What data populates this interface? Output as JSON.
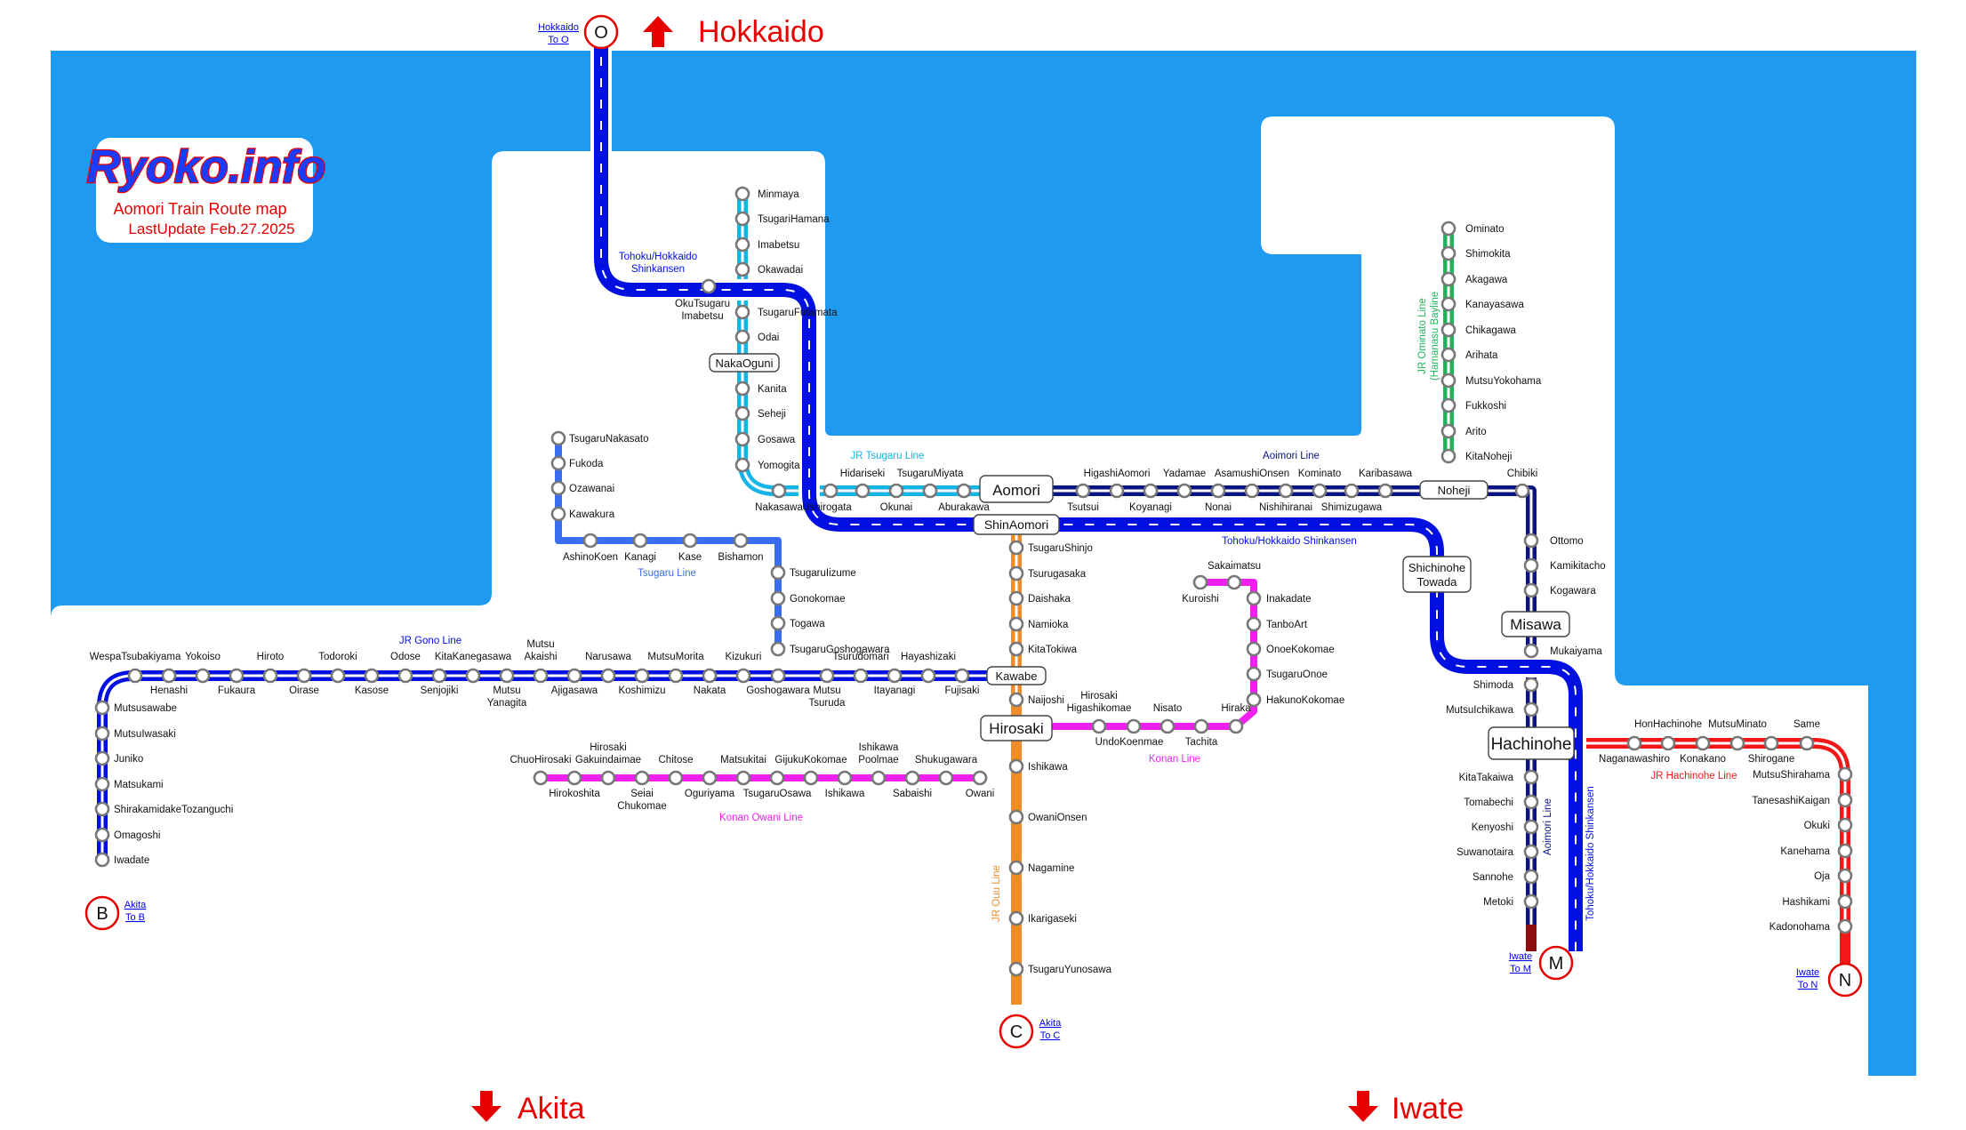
{
  "logo": {
    "title": "Ryoko.info",
    "subtitle": "Aomori Train Route map",
    "update": "LastUpdate Feb.27.2025"
  },
  "directions": {
    "hokkaido": "Hokkaido",
    "akita": "Akita",
    "iwate": "Iwate"
  },
  "exits": {
    "O": {
      "letter": "O",
      "line1": "Hokkaido",
      "line2": "To O"
    },
    "B": {
      "letter": "B",
      "line1": "Akita",
      "line2": "To B"
    },
    "C": {
      "letter": "C",
      "line1": "Akita",
      "line2": "To C"
    },
    "M": {
      "letter": "M",
      "line1": "Iwate",
      "line2": "To M"
    },
    "N": {
      "letter": "N",
      "line1": "Iwate",
      "line2": "To N"
    }
  },
  "major_stations": {
    "aomori": "Aomori",
    "shinaomori": "ShinAomori",
    "hirosaki": "Hirosaki",
    "hachinohe": "Hachinohe",
    "misawa": "Misawa",
    "kawabe": "Kawabe",
    "noheji": "Noheji",
    "nakaoguni": "NakaOguni",
    "shichinohe": "Shichinohe",
    "towada": "Towada"
  },
  "line_labels": {
    "shinkansen_north": "Tohoku/Hokkaido",
    "shinkansen_north2": "Shinkansen",
    "shinkansen_mid": "Tohoku/Hokkaido Shinkansen",
    "shinkansen_south": "Tohoku/Hokkaido Shinkansen",
    "tsugaru_jr": "JR Tsugaru Line",
    "aoimori_top": "Aoimori Line",
    "aoimori_south": "Aoimori Line",
    "tsugaru": "Tsugaru Line",
    "gono": "JR Gono Line",
    "konan": "Konan Line",
    "konan_owani": "Konan Owani Line",
    "ou": "JR Ouu Line",
    "hachinohe": "JR Hachinohe Line",
    "ominato1": "JR Ominato Line",
    "ominato2": "(Hamanasu Bayline"
  },
  "stations": {
    "okutsugaru1": "OkuTsugaru",
    "okutsugaru2": "Imabetsu",
    "minmaya": "Minmaya",
    "tsugarihamana": "TsugariHamana",
    "imabetsu": "Imabetsu",
    "okawadai": "Okawadai",
    "tsugarufutamata": "TsugaruFutamata",
    "odai": "Odai",
    "kanita": "Kanita",
    "seheji": "Seheji",
    "gosawa": "Gosawa",
    "yomogita": "Yomogita",
    "nakasawa": "Nakasawa",
    "ushirogata": "Ushirogata",
    "hidariseki": "Hidariseki",
    "okunai": "Okunai",
    "tsugarumiyata": "TsugaruMiyata",
    "aburakawa": "Aburakawa",
    "higashiaomori": "HigashiAomori",
    "yadamae": "Yadamae",
    "asamushionsen": "AsamushiOnsen",
    "kominato": "Kominato",
    "karibasawa": "Karibasawa",
    "tsutsui": "Tsutsui",
    "koyanagi": "Koyanagi",
    "nonai": "Nonai",
    "nishihiranai": "Nishihiranai",
    "shimizugawa": "Shimizugawa",
    "chibiki": "Chibiki",
    "ottomo": "Ottomo",
    "kamikitacho": "Kamikitacho",
    "kogawara": "Kogawara",
    "mukaiyama": "Mukaiyama",
    "shimoda": "Shimoda",
    "mutsuichikawa": "MutsuIchikawa",
    "ominato": "Ominato",
    "shimokita": "Shimokita",
    "akagawa": "Akagawa",
    "kanayasawa": "Kanayasawa",
    "chikagawa": "Chikagawa",
    "arihata": "Arihata",
    "mutsuyokohama": "MutsuYokohama",
    "fukkoshi": "Fukkoshi",
    "arito": "Arito",
    "kitanoheji": "KitaNoheji",
    "kitatakaiwa": "KitaTakaiwa",
    "tomabechi": "Tomabechi",
    "kenyoshi": "Kenyoshi",
    "suwanotaira": "Suwanotaira",
    "sannohe": "Sannohe",
    "metoki": "Metoki",
    "honhachinohe": "HonHachinohe",
    "mutsuminato": "MutsuMinato",
    "same": "Same",
    "naganawashiro": "Naganawashiro",
    "konakano": "Konakano",
    "shirogane": "Shirogane",
    "mutsushirahama": "MutsuShirahama",
    "tanesashikaigan": "TanesashiKaigan",
    "okuki": "Okuki",
    "kanehama": "Kanehama",
    "oja": "Oja",
    "hashikami": "Hashikami",
    "kadonohama": "Kadonohama",
    "tsugarunakasato": "TsugaruNakasato",
    "fukoda": "Fukoda",
    "ozawanai": "Ozawanai",
    "kawakura": "Kawakura",
    "ashinokoen": "AshinoKoen",
    "kanagi": "Kanagi",
    "kase": "Kase",
    "bishamon": "Bishamon",
    "tsugaruiizume": "TsugaruIizume",
    "gonokomae": "Gonokomae",
    "togawa": "Togawa",
    "tsugarugoshogawara": "TsugaruGoshogawara",
    "tsugarushinjo": "TsugaruShinjo",
    "tsurugasaka": "Tsurugasaka",
    "daishaka": "Daishaka",
    "namioka": "Namioka",
    "kitatokiwa": "KitaTokiwa",
    "naijoshi": "Naijoshi",
    "ishikawa": "Ishikawa",
    "owanionsen": "OwaniOnsen",
    "nagamine": "Nagamine",
    "ikarigaseki": "Ikarigaseki",
    "tsugaruyunosawa": "TsugaruYunosawa",
    "sakaimatsu": "Sakaimatsu",
    "kuroishi": "Kuroishi",
    "inakadate": "Inakadate",
    "tanboart": "TanboArt",
    "onoekokomae": "OnoeKokomae",
    "tsugaruonoe": "TsugaruOnoe",
    "hakunokokomae": "HakunoKokomae",
    "hiraka": "Hiraka",
    "tachita": "Tachita",
    "nisato": "Nisato",
    "undokoenmae": "UndoKoenmae",
    "hirosaki_h1": "Hirosaki",
    "hirosaki_h2": "Higashikomae",
    "wespa": "WespaTsubakiyama",
    "henashi": "Henashi",
    "yokoiso": "Yokoiso",
    "fukaura": "Fukaura",
    "hiroto": "Hiroto",
    "oirase": "Oirase",
    "todoroki": "Todoroki",
    "kasose": "Kasose",
    "odose": "Odose",
    "senjojiki": "Senjojiki",
    "kitakanegasawa": "KitaKanegasawa",
    "mutsuyanagita1": "Mutsu",
    "mutsuyanagita2": "Yanagita",
    "mutsuakaishi1": "Mutsu",
    "mutsuakaishi2": "Akaishi",
    "ajigasawa": "Ajigasawa",
    "narusawa": "Narusawa",
    "koshimizu": "Koshimizu",
    "mutsumorita": "MutsuMorita",
    "nakata": "Nakata",
    "kizukuri": "Kizukuri",
    "goshogawara": "Goshogawara",
    "mutsutsuruda1": "Mutsu",
    "mutsutsuruda2": "Tsuruda",
    "tsurudomari": "Tsurudomari",
    "itayanagi": "Itayanagi",
    "hayashizaki": "Hayashizaki",
    "fujisaki": "Fujisaki",
    "mutsusawabe": "Mutsusawabe",
    "mutsuiwasaki": "MutsuIwasaki",
    "juniko": "Juniko",
    "matsukami": "Matsukami",
    "shirakami": "ShirakamidakeTozanguchi",
    "omagoshi": "Omagoshi",
    "iwadate": "Iwadate",
    "chuohirosaki": "ChuoHirosaki",
    "hirokoshita": "Hirokoshita",
    "hg1": "Hirosaki",
    "hg2": "Gakuindaimae",
    "seiai1": "Seiai",
    "seiai2": "Chukomae",
    "chitose": "Chitose",
    "oguriyama": "Oguriyama",
    "matsukitai": "Matsukitai",
    "tsugaruosawa": "TsugaruOsawa",
    "gijuku": "GijukuKokomae",
    "ishikawa2": "Ishikawa",
    "ip1": "Ishikawa",
    "ip2": "Poolmae",
    "sabaishi": "Sabaishi",
    "shukugawara": "Shukugawara",
    "owani": "Owani"
  },
  "colors": {
    "sea": "#1e9bf0",
    "land": "#ffffff",
    "shinkansen": "#0010e0",
    "aoimori": "#0a1483",
    "tsugaru_jr": "#14b4e6",
    "gono": "#0010e0",
    "tsugaru": "#3a6cf0",
    "ou": "#f08b2a",
    "konan": "#f020f0",
    "hachinohe": "#f21818",
    "ominato": "#1fb45a",
    "accent": "#e60000"
  }
}
